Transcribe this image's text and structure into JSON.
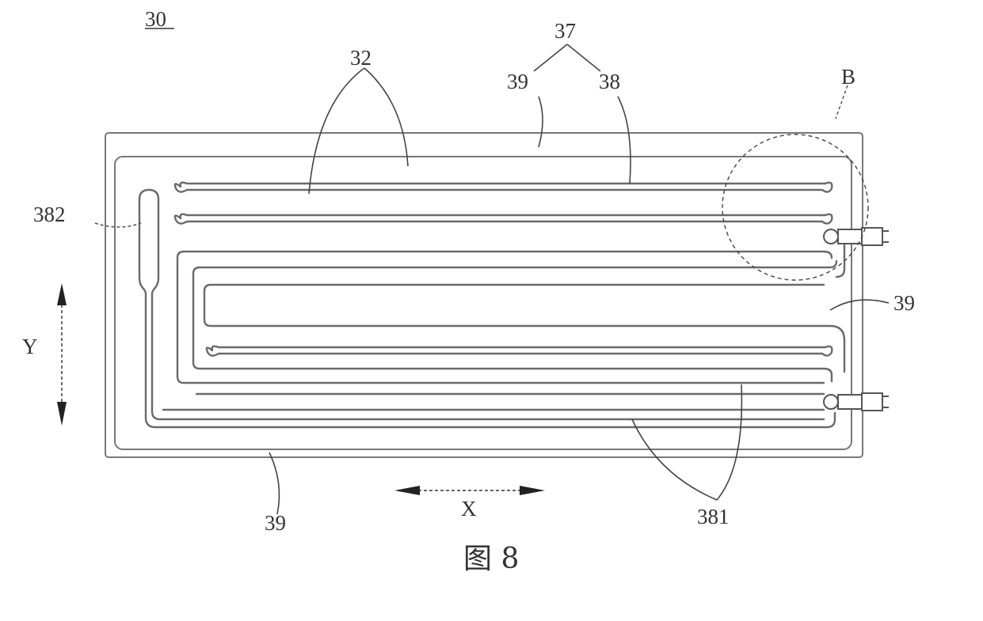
{
  "figure": {
    "ref_numeral": "30",
    "caption": "图 8",
    "axes": {
      "x_label": "X",
      "y_label": "Y"
    },
    "callouts": [
      {
        "id": "label-32",
        "text": "32"
      },
      {
        "id": "label-37",
        "text": "37"
      },
      {
        "id": "label-39-top",
        "text": "39"
      },
      {
        "id": "label-38",
        "text": "38"
      },
      {
        "id": "label-b",
        "text": "B"
      },
      {
        "id": "label-382",
        "text": "382"
      },
      {
        "id": "label-39-right",
        "text": "39"
      },
      {
        "id": "label-39-bottom",
        "text": "39"
      },
      {
        "id": "label-381",
        "text": "381"
      }
    ]
  }
}
